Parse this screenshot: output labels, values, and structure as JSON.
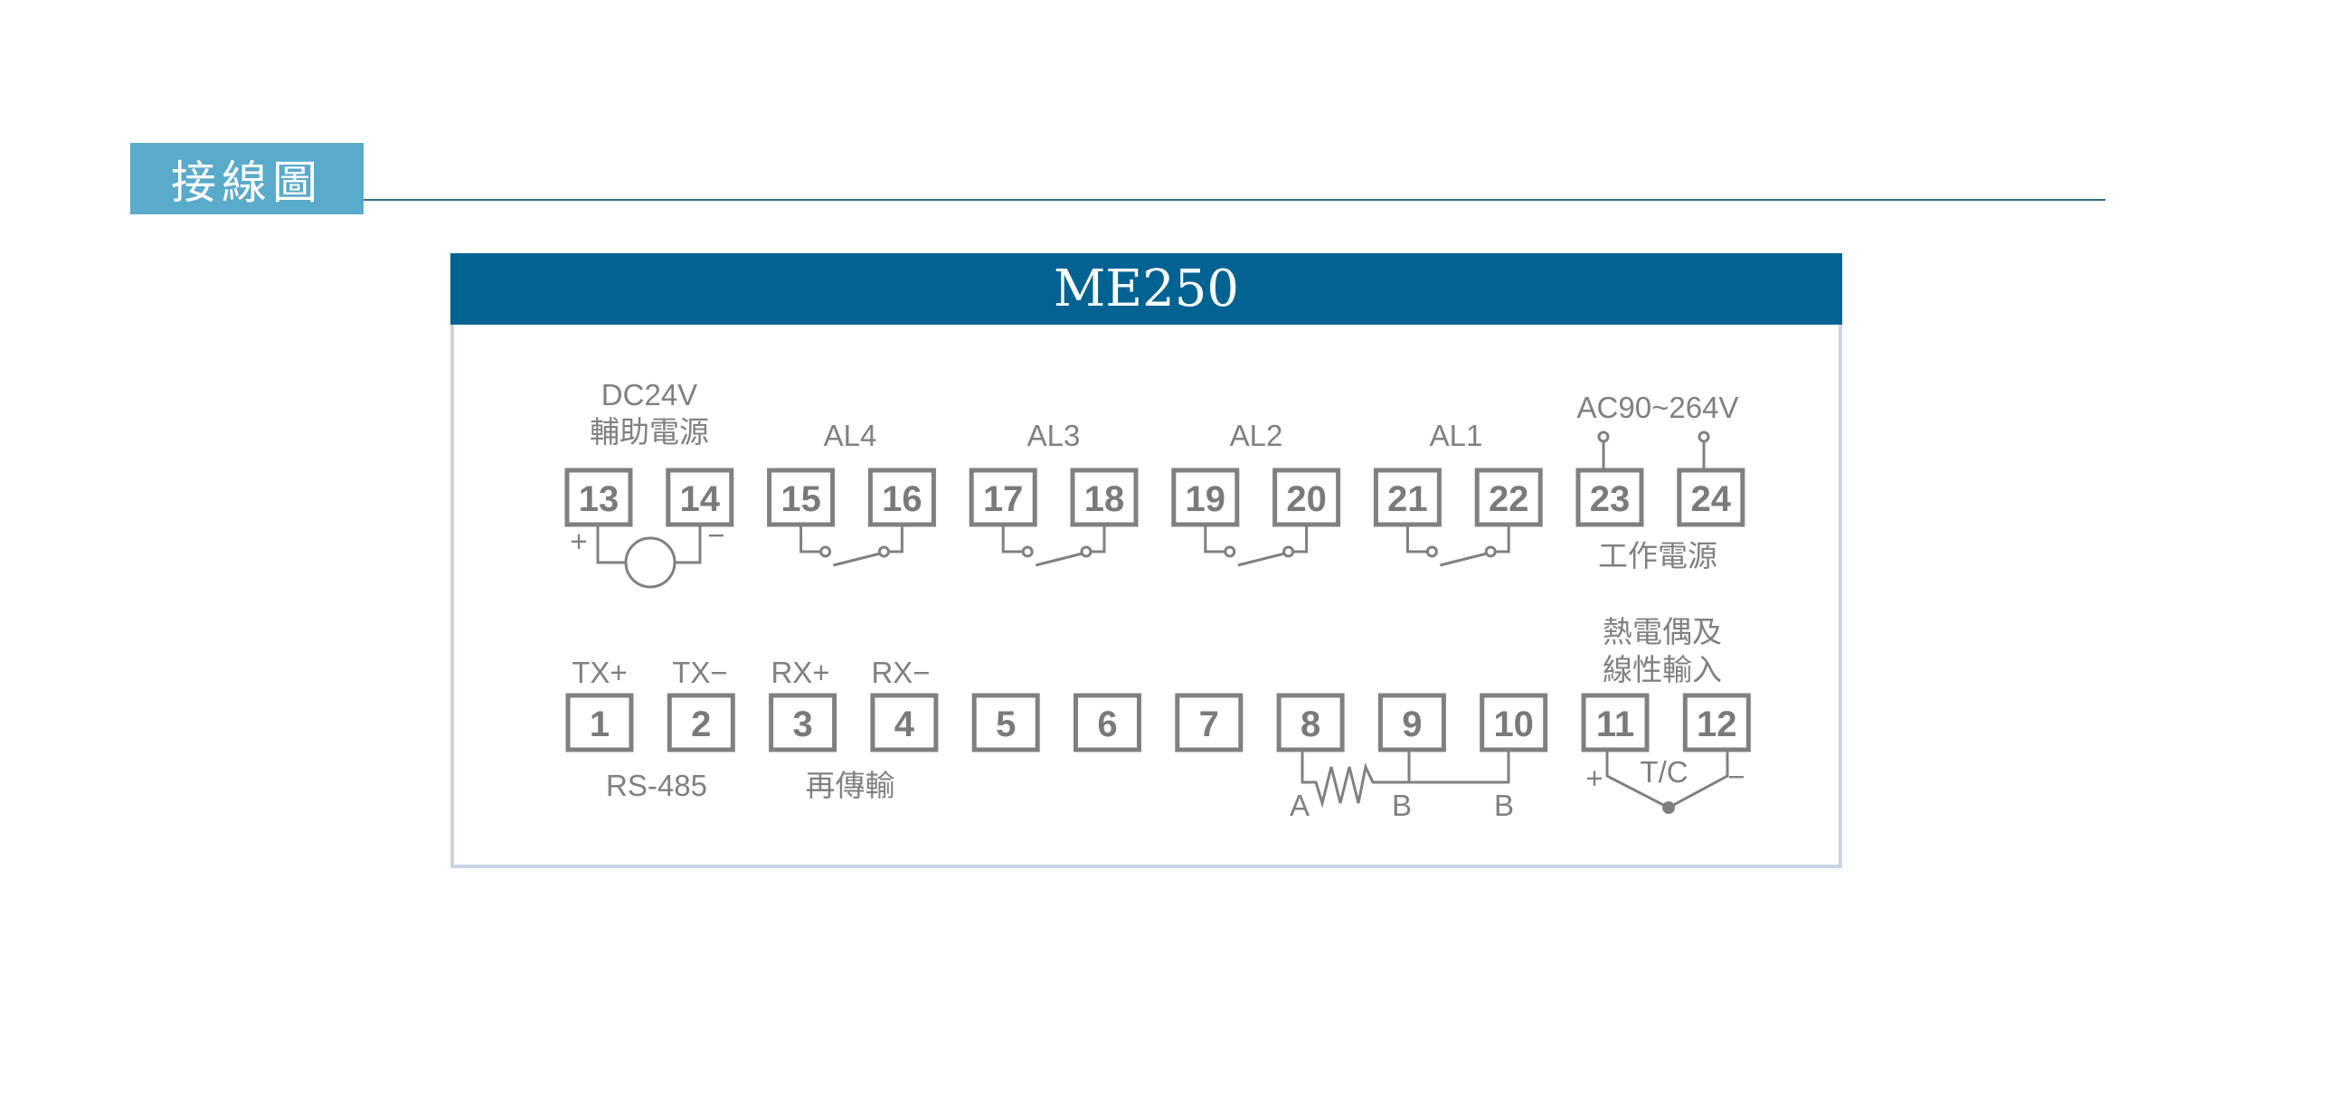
{
  "section_title": "接線圖",
  "model": "ME250",
  "colors": {
    "title_box": "#59aacb",
    "header_bar": "#026393",
    "line_gray": "#808080",
    "panel_border": "#c9d5e2"
  },
  "top_row": {
    "terminals": [
      "13",
      "14",
      "15",
      "16",
      "17",
      "18",
      "19",
      "20",
      "21",
      "22",
      "23",
      "24"
    ],
    "groups": [
      {
        "name": "dc24v",
        "line1": "DC24V",
        "line2": "輔助電源",
        "plus": "+",
        "minus": "−",
        "symbol": "circle-load"
      },
      {
        "name": "al4",
        "label": "AL4",
        "symbol": "relay-contact"
      },
      {
        "name": "al3",
        "label": "AL3",
        "symbol": "relay-contact"
      },
      {
        "name": "al2",
        "label": "AL2",
        "symbol": "relay-contact"
      },
      {
        "name": "al1",
        "label": "AL1",
        "symbol": "relay-contact"
      },
      {
        "name": "power",
        "label": "AC90~264V",
        "sub_label": "工作電源",
        "symbol": "supply-pins"
      }
    ]
  },
  "bottom_row": {
    "terminals": [
      "1",
      "2",
      "3",
      "4",
      "5",
      "6",
      "7",
      "8",
      "9",
      "10",
      "11",
      "12"
    ],
    "signal_labels": [
      "TX+",
      "TX−",
      "RX+",
      "RX−"
    ],
    "rs485_label": "RS-485",
    "retrans_label": "再傳輸",
    "rtd": {
      "a": "A",
      "b1": "B",
      "b2": "B"
    },
    "thermocouple": {
      "line1": "熱電偶及",
      "line2": "線性輸入",
      "tc": "T/C",
      "plus": "+",
      "minus": "−"
    }
  }
}
